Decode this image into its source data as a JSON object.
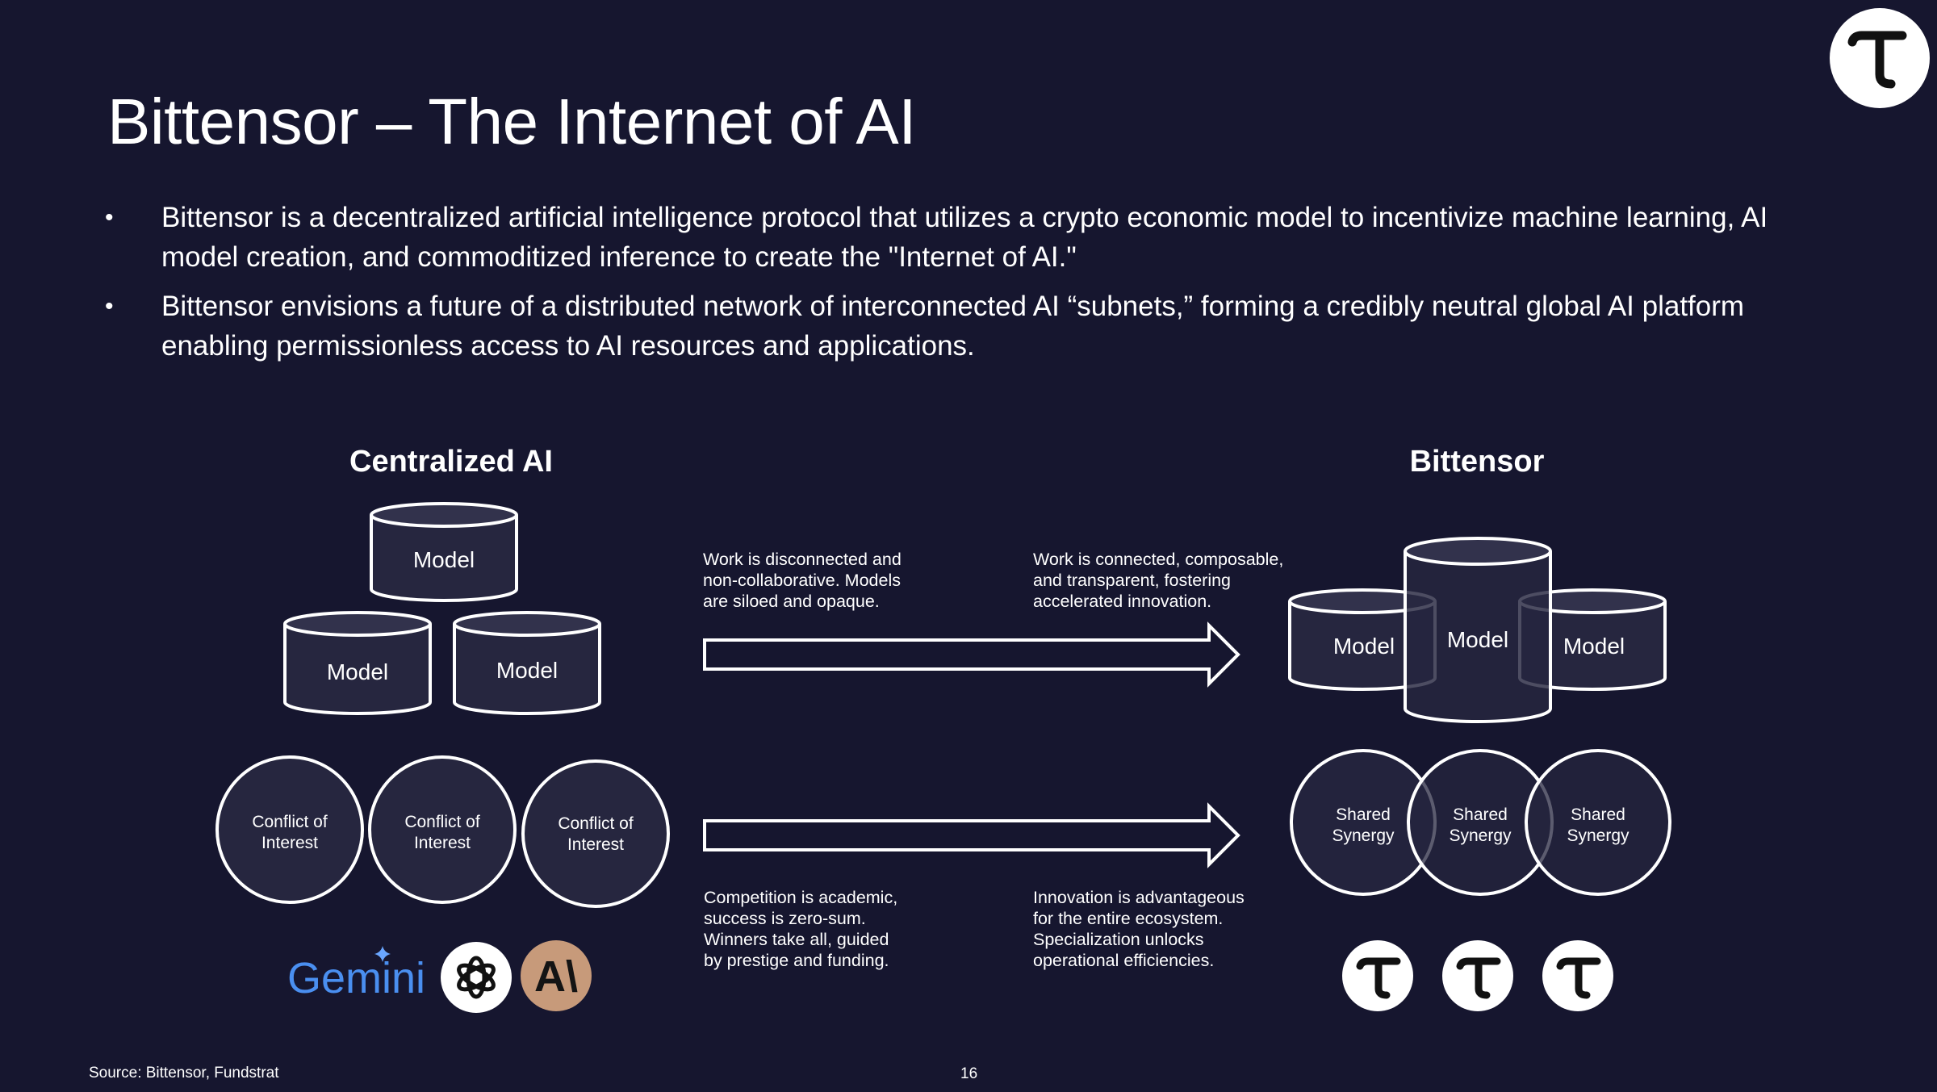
{
  "slide": {
    "title": "Bittensor – The Internet of AI",
    "bullets": [
      "Bittensor is a decentralized artificial intelligence protocol that utilizes a crypto economic model to incentivize machine learning, AI model creation, and commoditized inference to create the \"Internet of AI.\"",
      "Bittensor envisions a future of a distributed network of interconnected AI “subnets,” forming a credibly neutral global AI platform enabling permissionless access to AI resources and applications."
    ],
    "logo_icon": "tao-logo-icon",
    "source": "Source: Bittensor, Fundstrat",
    "page_number": "16"
  },
  "diagram": {
    "left_heading": "Centralized AI",
    "right_heading": "Bittensor",
    "model_label": "Model",
    "conflict_label": [
      "Conflict of",
      "Interest"
    ],
    "synergy_label": [
      "Shared",
      "Synergy"
    ],
    "caption_top_left": "Work is disconnected and\nnon-collaborative.  Models\nare siloed and opaque.",
    "caption_top_right": "Work is connected, composable,\nand transparent, fostering\naccelerated innovation.",
    "caption_bottom_left": "Competition is academic,\nsuccess is zero-sum.\nWinners take all, guided\nby prestige and funding.",
    "caption_bottom_right": "Innovation is advantageous\nfor the entire ecosystem.\nSpecialization unlocks\noperational efficiencies.",
    "gemini_label": "Gemini",
    "anthropic_label": "A\\",
    "brand_icons": [
      "gemini-logo-icon",
      "openai-logo-icon",
      "anthropic-logo-icon"
    ],
    "colors": {
      "background": "#16162f",
      "shape_fill": "#26263f",
      "gemini_blue": "#4a8ff0",
      "anthropic_tan": "#c79a7a"
    }
  }
}
